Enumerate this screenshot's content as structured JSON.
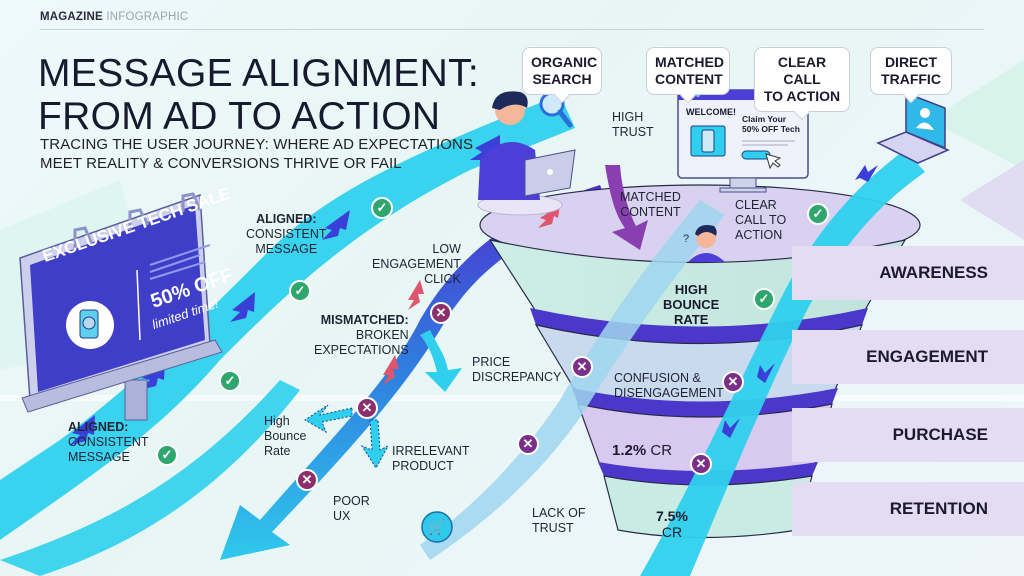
{
  "header": {
    "kicker_bold": "MAGAZINE",
    "kicker_light": "INFOGRAPHIC",
    "title_line1": "MESSAGE ALIGNMENT:",
    "title_line2": "FROM AD TO ACTION",
    "subtitle_line1": "TRACING THE USER JOURNEY: WHERE AD EXPECTATIONS",
    "subtitle_line2": "MEET REALITY & CONVERSIONS THRIVE OR FAIL"
  },
  "sources": [
    {
      "line1": "ORGANIC",
      "line2": "SEARCH",
      "icon": "magnifier-icon"
    },
    {
      "line1": "MATCHED",
      "line2": "CONTENT",
      "icon": "monitor-icon"
    },
    {
      "line1": "CLEAR CALL",
      "line2": "TO ACTION",
      "icon": "cursor-icon"
    },
    {
      "line1": "DIRECT",
      "line2": "TRAFFIC",
      "icon": "laptop-icon"
    }
  ],
  "billboard": {
    "headline": "EXCLUSIVE TECH SALE",
    "offer": "50% OFF",
    "note": "limited time!"
  },
  "landing_page": {
    "welcome": "WELCOME!",
    "claim_line1": "Claim Your",
    "claim_line2": "50% OFF Tech"
  },
  "annotations": {
    "aligned_top_bold": "ALIGNED:",
    "aligned_top_line1": "CONSISTENT",
    "aligned_top_line2": "MESSAGE",
    "aligned_bottom_bold": "ALIGNED:",
    "aligned_bottom_line1": "CONSISTENT",
    "aligned_bottom_line2": "MESSAGE",
    "mismatched_bold": "MISMATCHED:",
    "mismatched_line1": "BROKEN",
    "mismatched_line2": "EXPECTATIONS",
    "low_engagement_line1": "LOW",
    "low_engagement_line2": "ENGAGEMENT",
    "low_engagement_line3": "CLICK",
    "high_trust_line1": "HIGH",
    "high_trust_line2": "TRUST",
    "matched_content_line1": "MATCHED",
    "matched_content_line2": "CONTENT",
    "clear_cta_line1": "CLEAR",
    "clear_cta_line2": "CALL TO",
    "clear_cta_line3": "ACTION",
    "price_line1": "PRICE",
    "price_line2": "DISCREPANCY",
    "high_bounce_line1": "High",
    "high_bounce_line2": "Bounce",
    "high_bounce_line3": "Rate",
    "irrelevant_line1": "IRRELEVANT",
    "irrelevant_line2": "PRODUCT",
    "poor_ux_line1": "POOR",
    "poor_ux_line2": "UX",
    "lack_trust_line1": "LACK OF",
    "lack_trust_line2": "TRUST",
    "confusion_line1": "CONFUSION &",
    "confusion_line2": "DISENGAGEMENT"
  },
  "funnel": {
    "high_bounce_line1": "HIGH",
    "high_bounce_line2": "BOUNCE",
    "high_bounce_line3": "RATE",
    "purchase_cr": "1.2%",
    "purchase_cr_unit": "CR",
    "retention_cr": "7.5%",
    "retention_cr_unit": "CR"
  },
  "stages": [
    "AWARENESS",
    "ENGAGEMENT",
    "PURCHASE",
    "RETENTION"
  ],
  "colors": {
    "aligned_path": "#2fd0ee",
    "mismatched_path": "#4a2fcf",
    "check_badge": "#2fa66d",
    "x_badge": "#7a2f88",
    "stage_band": "#e3dcf3",
    "funnel_rim": "#4b37c9"
  }
}
